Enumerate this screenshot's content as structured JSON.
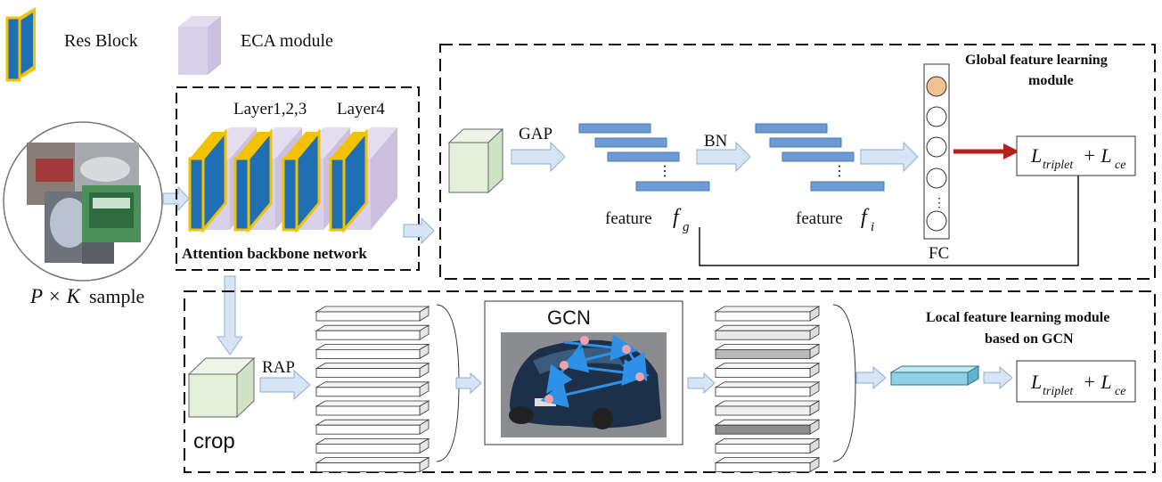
{
  "legend": {
    "res_block": "Res Block",
    "eca_module": "ECA module"
  },
  "input": {
    "sample_label_math": "P × K",
    "sample_label_text": "sample"
  },
  "backbone": {
    "layer123": "Layer1,2,3",
    "layer4": "Layer4",
    "title": "Attention backbone network"
  },
  "global_module": {
    "title_line1": "Global feature learning",
    "title_line2": "module",
    "gap": "GAP",
    "bn": "BN",
    "ellipsis": "⋮",
    "feature_word": "feature",
    "fg_symbol": "f",
    "fg_sub": "g",
    "fi_symbol": "f",
    "fi_sub": "i",
    "fc": "FC",
    "loss_L": "L",
    "loss_sub1": "triplet",
    "loss_plus": "+ L",
    "loss_sub2": "ce"
  },
  "local_module": {
    "title_line1": "Local feature learning module",
    "title_line2": "based on GCN",
    "rap": "RAP",
    "crop": "crop",
    "gcn": "GCN",
    "loss_L": "L",
    "loss_sub1": "triplet",
    "loss_plus": "+ L",
    "loss_sub2": "ce"
  },
  "colors": {
    "res_block_blue": "#1f6fb5",
    "res_block_edge": "#f2c200",
    "eca_lavender": "#d9d0ea",
    "feature_bar": "#6e9bd3",
    "arrow_fill": "#d6e4f3",
    "arrow_stroke": "#8fb0d6",
    "cube_green": "#e3efd9",
    "red_arrow": "#b3211e",
    "fc_highlight": "#f3c08f",
    "local_feature": "#8fd1e3"
  }
}
